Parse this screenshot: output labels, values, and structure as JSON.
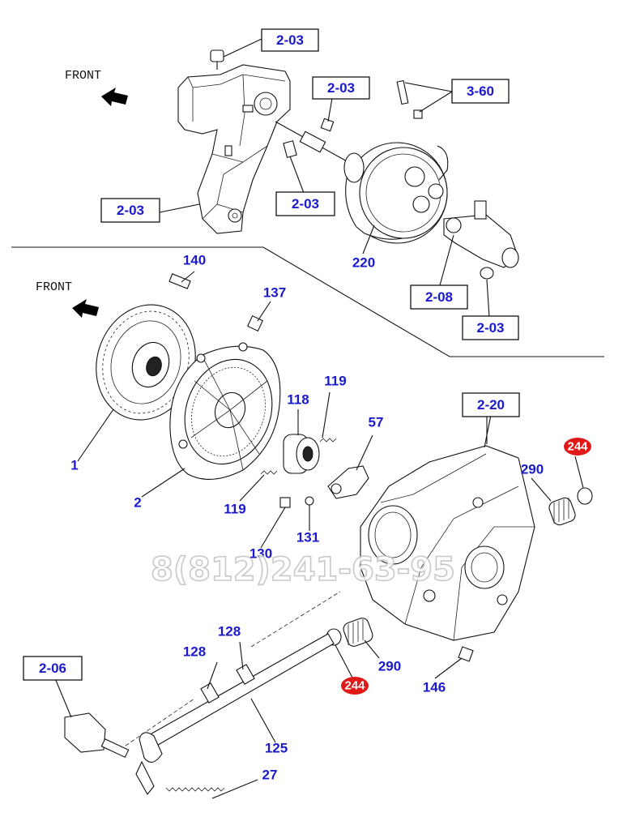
{
  "front_labels": [
    "FRONT",
    "FRONT"
  ],
  "watermark": "8(812)241-63-95",
  "ref_boxes": [
    "2-03",
    "2-03",
    "3-60",
    "2-03",
    "2-03",
    "2-08",
    "2-03",
    "2-20",
    "2-06"
  ],
  "part_numbers": [
    "220",
    "140",
    "137",
    "119",
    "118",
    "57",
    "1",
    "2",
    "119",
    "130",
    "131",
    "290",
    "290",
    "128",
    "128",
    "146",
    "125",
    "27"
  ],
  "badges": [
    "244",
    "244"
  ],
  "colors": {
    "label_blue": "#1a1acc",
    "badge_red": "#e01818",
    "line": "#111111"
  }
}
